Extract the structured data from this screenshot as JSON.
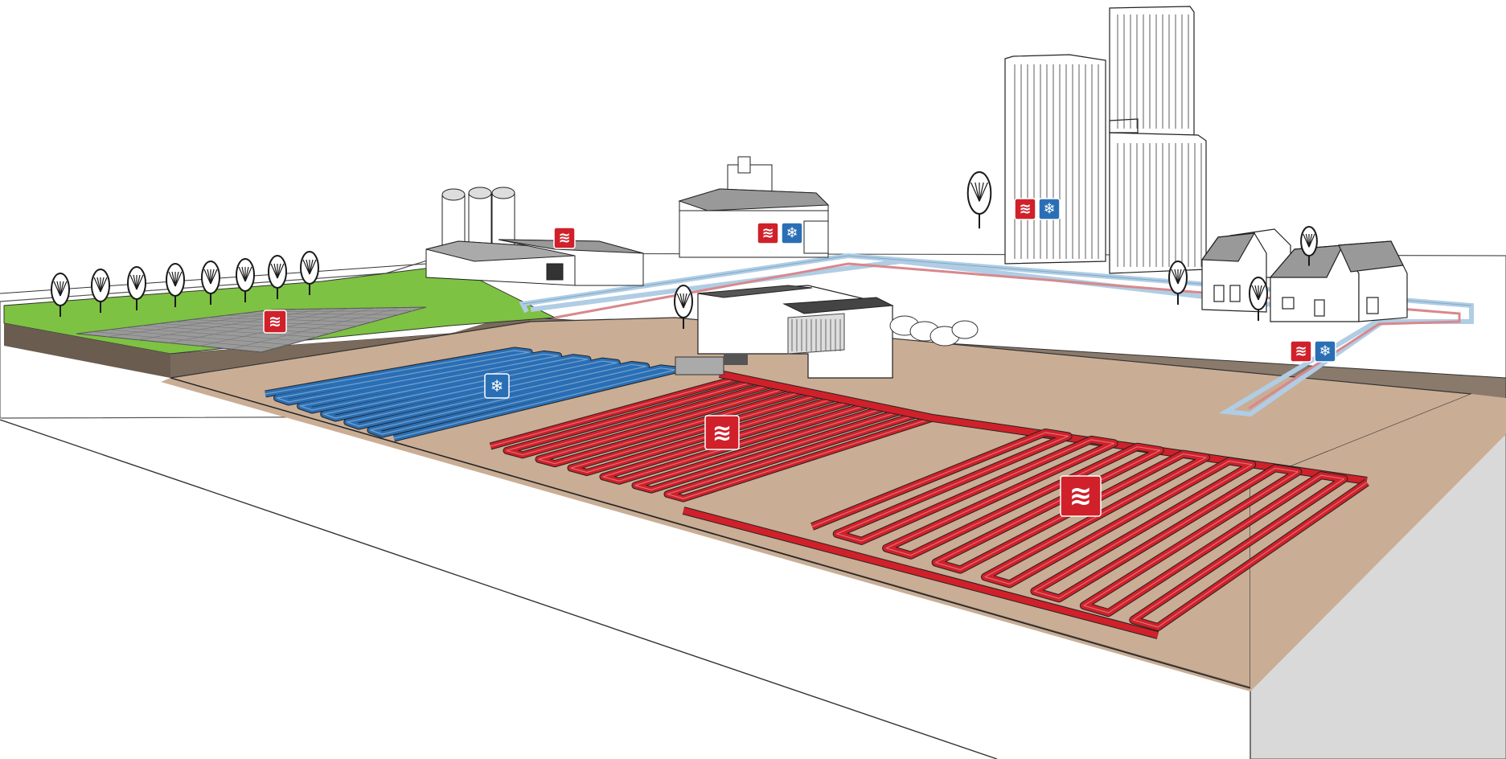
{
  "diagram": {
    "icons": {
      "heating": "heat-waves-icon",
      "cooling": "snowflake-icon"
    },
    "glyphs": {
      "heating": "≋",
      "cooling": "❄"
    },
    "colors": {
      "heating": "#d0202a",
      "cooling": "#2a6fb5",
      "grass": "#7dc242",
      "soil": "#c9ad95",
      "soil_side": "#8a7a6c",
      "ground_top": "#ffffff",
      "ground_side": "#d9d9d9",
      "supply_pipe": "#b0cde4",
      "return_pipe": "#d8888c",
      "building": "#ffffff",
      "outline": "#222222",
      "tree": "#1a1a1a"
    },
    "zones": [
      {
        "id": "solar-field",
        "systems": [
          "heating"
        ]
      },
      {
        "id": "farm",
        "systems": [
          "heating"
        ]
      },
      {
        "id": "industrial-hall",
        "systems": [
          "heating",
          "cooling"
        ]
      },
      {
        "id": "high-rise",
        "systems": [
          "heating",
          "cooling"
        ]
      },
      {
        "id": "residential",
        "systems": [
          "heating",
          "cooling"
        ]
      },
      {
        "id": "cooling-collector",
        "systems": [
          "cooling"
        ]
      },
      {
        "id": "heat-collector-small",
        "systems": [
          "heating"
        ]
      },
      {
        "id": "heat-collector-large",
        "systems": [
          "heating"
        ]
      }
    ]
  }
}
